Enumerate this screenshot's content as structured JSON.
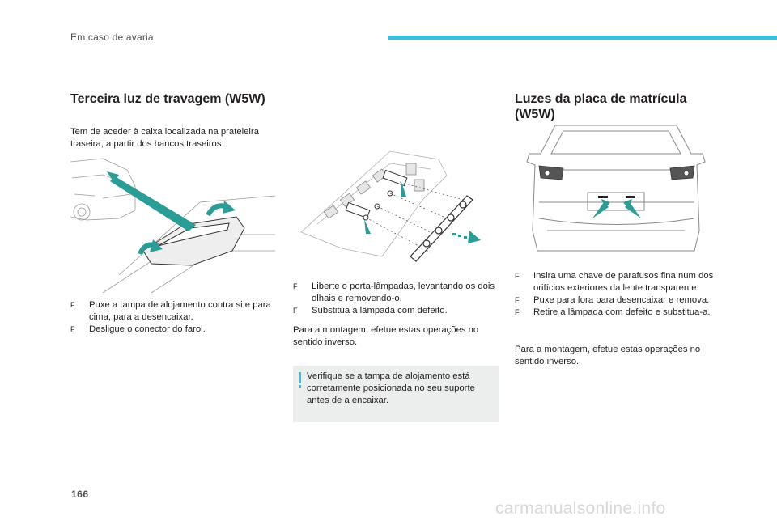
{
  "header": {
    "title": "Em caso de avaria"
  },
  "page_number": "166",
  "watermark": "carmanualsonline.info",
  "section_brake_light": {
    "title": "Terceira luz de travagem (W5W)",
    "intro": "Tem de aceder à caixa localizada na prateleira traseira, a partir dos bancos traseiros:",
    "bullets": [
      "Puxe a tampa de alojamento contra si e para cima, para a desencaixar.",
      "Desligue o conector do farol."
    ]
  },
  "section_middle": {
    "bullets": [
      "Liberte o porta-lâmpadas, levantando os dois olhais e removendo-o.",
      "Substitua a lâmpada com defeito."
    ],
    "paragraph": "Para a montagem, efetue estas operações no sentido inverso.",
    "note": "Verifique se a tampa de alojamento está corretamente posicionada no seu suporte antes de a encaixar."
  },
  "section_plate_lights": {
    "title": "Luzes da placa de matrícula (W5W)",
    "bullets": [
      "Insira uma chave de parafusos fina num dos orifícios exteriores da lente transparente.",
      "Puxe para fora para desencaixar e remova.",
      "Retire a lâmpada com defeito e substitua-a."
    ],
    "paragraph": "Para a montagem, efetue estas operações no sentido inverso."
  },
  "bullet_glyph": "F",
  "colors": {
    "accent": "#3fbdd8",
    "arrow": "#2a9d97",
    "note_bg": "#eceded"
  }
}
